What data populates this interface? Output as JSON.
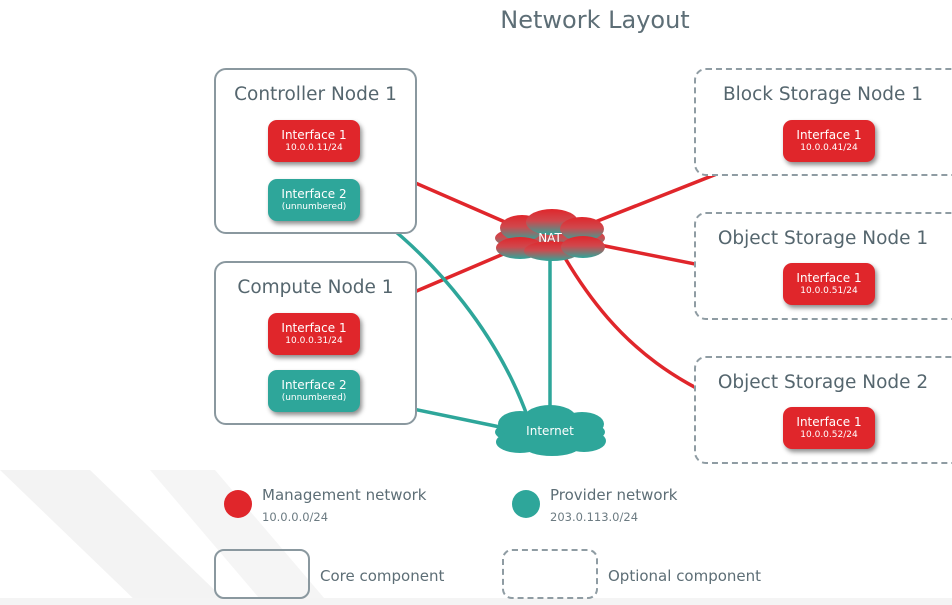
{
  "title": "Network Layout",
  "nodes": {
    "controller": {
      "title": "Controller Node 1",
      "iface1": {
        "label": "Interface 1",
        "addr": "10.0.0.11/24"
      },
      "iface2": {
        "label": "Interface 2",
        "addr": "(unnumbered)"
      }
    },
    "compute": {
      "title": "Compute Node 1",
      "iface1": {
        "label": "Interface 1",
        "addr": "10.0.0.31/24"
      },
      "iface2": {
        "label": "Interface 2",
        "addr": "(unnumbered)"
      }
    },
    "block": {
      "title": "Block Storage Node 1",
      "iface1": {
        "label": "Interface 1",
        "addr": "10.0.0.41/24"
      }
    },
    "object1": {
      "title": "Object Storage Node 1",
      "iface1": {
        "label": "Interface 1",
        "addr": "10.0.0.51/24"
      }
    },
    "object2": {
      "title": "Object Storage Node 2",
      "iface1": {
        "label": "Interface 1",
        "addr": "10.0.0.52/24"
      }
    }
  },
  "clouds": {
    "nat": "NAT",
    "internet": "Internet"
  },
  "legend": {
    "management": {
      "title": "Management network",
      "subnet": "10.0.0.0/24"
    },
    "provider": {
      "title": "Provider network",
      "subnet": "203.0.113.0/24"
    },
    "core": "Core component",
    "optional": "Optional component"
  },
  "colors": {
    "management": "#e0262b",
    "provider": "#2ea69a",
    "border": "#8a989f",
    "text": "#5d6e76"
  }
}
